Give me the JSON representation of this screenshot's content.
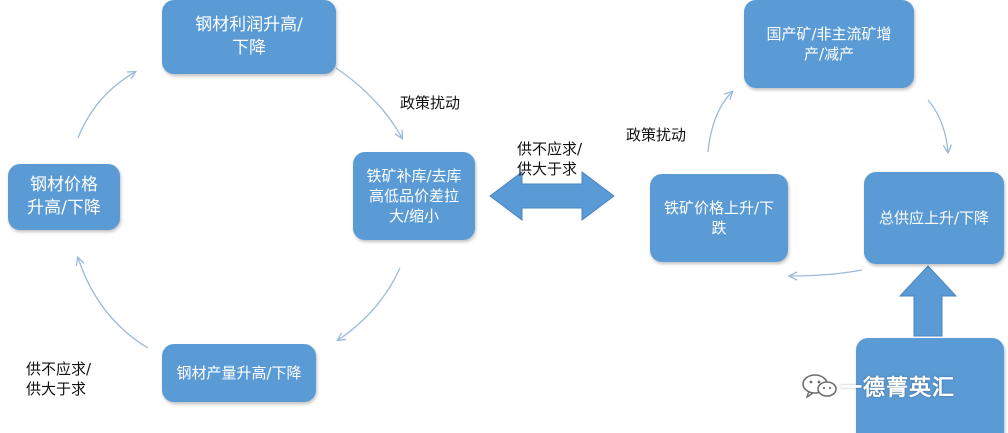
{
  "nodes": {
    "steel_profit": {
      "line1": "钢材利润升高/",
      "line2": "下降"
    },
    "steel_price": {
      "line1": "钢材价格",
      "line2": "升高/下降"
    },
    "steel_output": {
      "line1": "钢材产量升高/下降"
    },
    "ore_restock": {
      "line1": "铁矿补库/去库",
      "line2": "高低品价差拉",
      "line3": "大/缩小"
    },
    "domestic_ore": {
      "line1": "国产矿/非主流矿增",
      "line2": "产/减产"
    },
    "total_supply": {
      "line1": "总供应上升/下降"
    },
    "ore_price": {
      "line1": "铁矿价格上升/下",
      "line2": "跌"
    }
  },
  "labels": {
    "policy_left": "政策扰动",
    "policy_right": "政策扰动",
    "center_line1": "供不应求/",
    "center_line2": "供大于求",
    "bottom_left_line1": "供不应求/",
    "bottom_left_line2": "供大于求"
  },
  "watermark": {
    "text": "一德菁英汇",
    "icon": "wechat-icon"
  },
  "colors": {
    "box": "#5b9bd5",
    "arrow_line": "#9bbbd9",
    "arrow_fill": "#5b9bd5",
    "box_text": "#ffffff"
  }
}
